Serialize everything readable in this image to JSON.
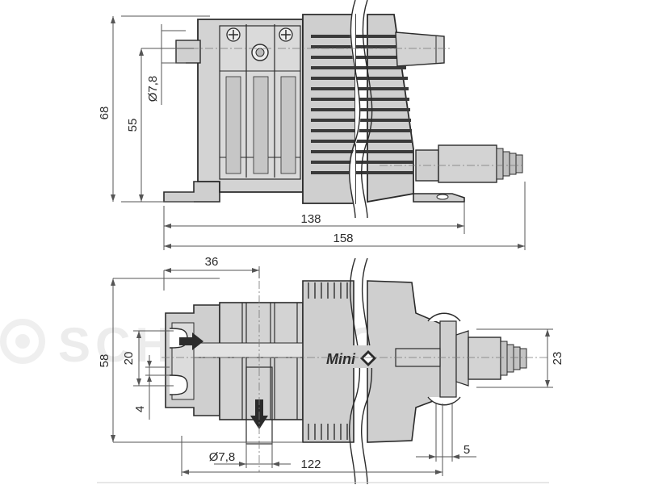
{
  "watermark": {
    "text": "SCHEMATIC"
  },
  "logo": {
    "text": "Mini"
  },
  "dimensions": {
    "top": {
      "height_overall": "68",
      "height_inner": "55",
      "port_diameter": "Ø7,8",
      "length_138": "138",
      "length_158": "158"
    },
    "bottom": {
      "offset_36": "36",
      "width_58": "58",
      "spacing_20": "20",
      "offset_4": "4",
      "port_diameter": "Ø7,8",
      "length_122": "122",
      "spacing_5": "5",
      "connector_23": "23"
    }
  },
  "colors": {
    "body": "#cfcfcf",
    "body_dark": "#a8a8a8",
    "line": "#2b2b2b",
    "dim_line": "#555555",
    "watermark": "#e6e6e6"
  }
}
